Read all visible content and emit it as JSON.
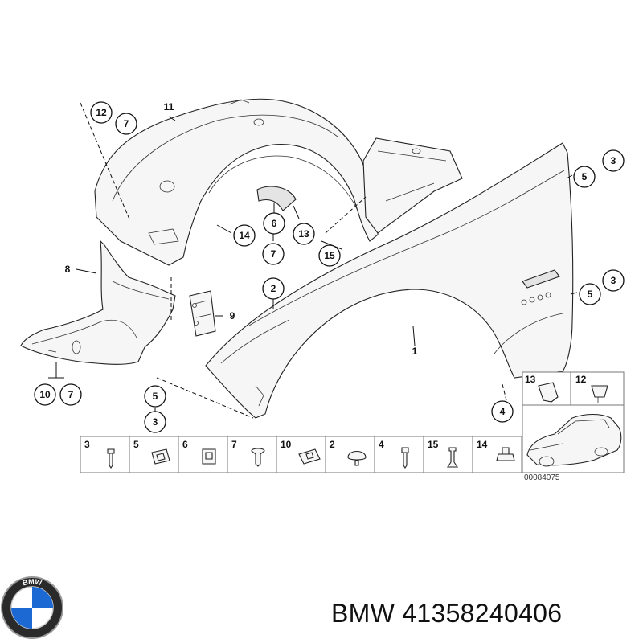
{
  "diagram": {
    "callouts": [
      {
        "id": "c12",
        "label": "12"
      },
      {
        "id": "c7a",
        "label": "7"
      },
      {
        "id": "c11",
        "label": "11"
      },
      {
        "id": "c8",
        "label": "8"
      },
      {
        "id": "c9",
        "label": "9"
      },
      {
        "id": "c10",
        "label": "10"
      },
      {
        "id": "c7b",
        "label": "7"
      },
      {
        "id": "c6",
        "label": "6"
      },
      {
        "id": "c13",
        "label": "13"
      },
      {
        "id": "c14",
        "label": "14"
      },
      {
        "id": "c7c",
        "label": "7"
      },
      {
        "id": "c15",
        "label": "15"
      },
      {
        "id": "c2",
        "label": "2"
      },
      {
        "id": "c5a",
        "label": "5"
      },
      {
        "id": "c3a",
        "label": "3"
      },
      {
        "id": "c5b",
        "label": "5"
      },
      {
        "id": "c3b",
        "label": "3"
      },
      {
        "id": "c1",
        "label": "1"
      },
      {
        "id": "c4",
        "label": "4"
      },
      {
        "id": "c5c",
        "label": "5"
      },
      {
        "id": "c3c",
        "label": "3"
      }
    ],
    "parts_strip": [
      "3",
      "5",
      "6",
      "7",
      "10",
      "2",
      "4",
      "15",
      "14"
    ],
    "inset_labels": [
      "13",
      "12"
    ],
    "diagram_code": "00084075"
  },
  "brand": {
    "logo_text": "BMW",
    "caption": "BMW 41358240406"
  }
}
